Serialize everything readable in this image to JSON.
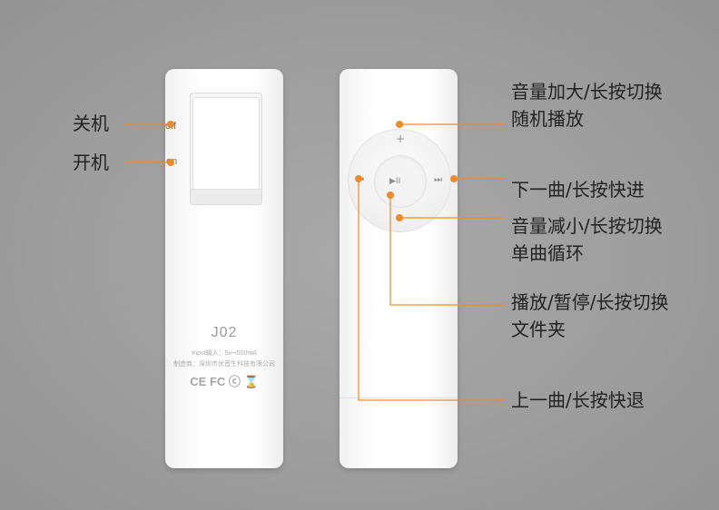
{
  "colors": {
    "background": "#a3a3a3",
    "accent": "#f08a24",
    "device": "#ffffff"
  },
  "back_device": {
    "switch_labels": {
      "off": "off",
      "on": "on"
    },
    "model": "J02",
    "input_text": "Input输入：5v⎓500mA",
    "maker_text": "制造商：深圳市优音生科技有限公司",
    "certifications": "CE FC ⓒ ⌛"
  },
  "front_device": {
    "wheel": {
      "plus_icon": "+",
      "prev_icon": "⏮",
      "next_icon": "⏭",
      "play_pause_icon": "▶II"
    }
  },
  "callouts": {
    "power_off": "关机",
    "power_on": "开机",
    "volume_up": [
      "音量加大/长按切换",
      "随机播放"
    ],
    "next": "下一曲/长按快进",
    "volume_down": [
      "音量减小/长按切换",
      "单曲循环"
    ],
    "play_pause": [
      "播放/暂停/长按切换",
      "文件夹"
    ],
    "previous": "上一曲/长按快退"
  }
}
